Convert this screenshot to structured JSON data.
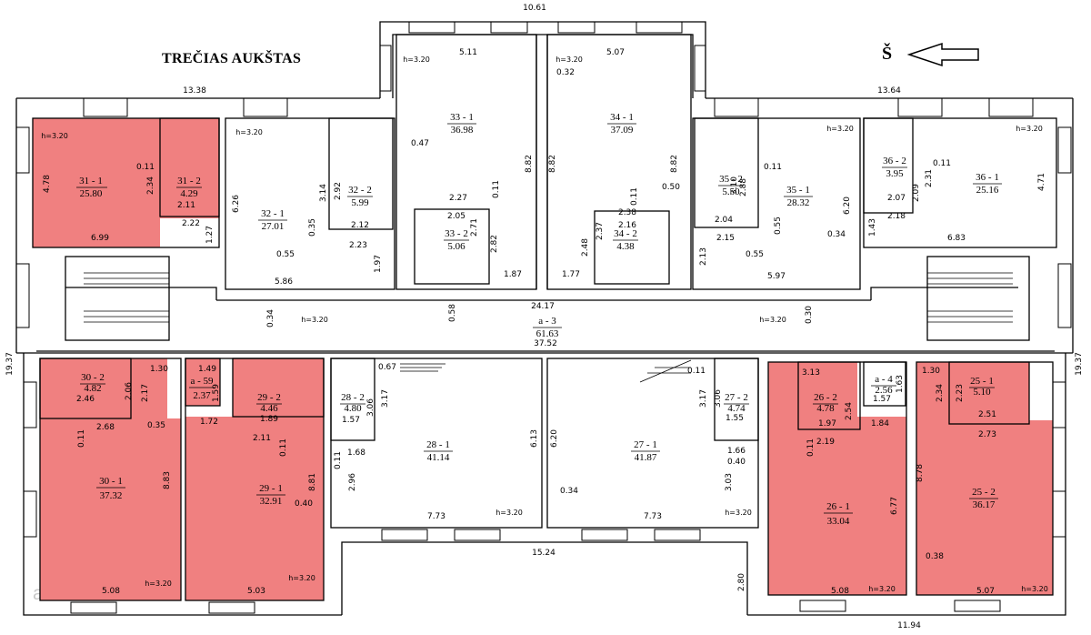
{
  "title": "TREČIAS AUKŠTAS",
  "north_label": "Š",
  "watermark": "aruodas.lt",
  "colors": {
    "highlight": "#f08080",
    "line": "#000000"
  },
  "ceiling_height": "h=3.20",
  "dimensions": {
    "top_width": "10.61",
    "left_wing": "13.38",
    "right_wing": "13.64",
    "corridor_length": "24.17",
    "corridor_width": "37.52",
    "left_height": "19.37",
    "right_height": "19.37",
    "bottom_center": "15.24",
    "bottom_right": "11.94",
    "stair_right": "2.80",
    "d_511": "5.11",
    "d_507": "5.07",
    "d_032": "0.32",
    "d_047": "0.47",
    "d_882a": "8.82",
    "d_882b": "8.82",
    "d_882c": "8.82",
    "d_227": "2.27",
    "d_205": "2.05",
    "d_271": "2.71",
    "d_282": "2.82",
    "d_187": "1.87",
    "d_177": "1.77",
    "d_248": "2.48",
    "d_238": "2.38",
    "d_216": "2.16",
    "d_237": "2.37",
    "d_050": "0.50",
    "d_011a": "0.11",
    "d_011b": "0.11",
    "d_058": "0.58",
    "d_034a": "0.34",
    "d_030": "0.30",
    "d_478": "4.78",
    "d_234": "2.34",
    "d_211": "2.11",
    "d_222": "2.22",
    "d_127": "1.27",
    "d_699": "6.99",
    "d_011c": "0.11",
    "d_626": "6.26",
    "d_314": "3.14",
    "d_292": "2.92",
    "d_212": "2.12",
    "d_035": "0.35",
    "d_223": "2.23",
    "d_055a": "0.55",
    "d_197a": "1.97",
    "d_586": "5.86",
    "d_310": "3.10",
    "d_288": "2.88",
    "d_204": "2.04",
    "d_215": "2.15",
    "d_213": "2.13",
    "d_055b": "0.55",
    "d_055c": "0.55",
    "d_597": "5.97",
    "d_620a": "6.20",
    "d_034b": "0.34",
    "d_011d": "0.11",
    "d_231": "2.31",
    "d_207": "2.07",
    "d_209": "2.09",
    "d_218": "2.18",
    "d_143": "1.43",
    "d_683": "6.83",
    "d_471": "4.71",
    "d_011e": "0.11",
    "d_130a": "1.30",
    "d_206": "2.06",
    "d_217": "2.17",
    "d_246": "2.46",
    "d_268": "2.68",
    "d_035b": "0.35",
    "d_011f": "0.11",
    "d_883": "8.83",
    "d_508a": "5.08",
    "d_149": "1.49",
    "d_159": "1.59",
    "d_172": "1.72",
    "d_189": "1.89",
    "d_211b": "2.11",
    "d_011g": "0.11",
    "d_881": "8.81",
    "d_040a": "0.40",
    "d_503": "5.03",
    "d_067": "0.67",
    "d_317a": "3.17",
    "d_306a": "3.06",
    "d_157a": "1.57",
    "d_168": "1.68",
    "d_011h": "0.11",
    "d_296": "2.96",
    "d_613": "6.13",
    "d_773a": "7.73",
    "d_620b": "6.20",
    "d_034c": "0.34",
    "d_773b": "7.73",
    "d_011i": "0.11",
    "d_317b": "3.17",
    "d_306b": "3.06",
    "d_155": "1.55",
    "d_166": "1.66",
    "d_040b": "0.40",
    "d_303": "3.03",
    "d_313": "3.13",
    "d_254": "2.54",
    "d_197b": "1.97",
    "d_219": "2.19",
    "d_184": "1.84",
    "d_011j": "0.11",
    "d_677": "6.77",
    "d_508b": "5.08",
    "d_163": "1.63",
    "d_157b": "1.57",
    "d_130b": "1.30",
    "d_234b": "2.34",
    "d_223b": "2.23",
    "d_251": "2.51",
    "d_273": "2.73",
    "d_878": "8.78",
    "d_038": "0.38",
    "d_507b": "5.07"
  },
  "rooms": [
    {
      "id": "31 - 1",
      "area": "25.80"
    },
    {
      "id": "31 - 2",
      "area": "4.29"
    },
    {
      "id": "32 - 1",
      "area": "27.01"
    },
    {
      "id": "32 - 2",
      "area": "5.99"
    },
    {
      "id": "33 - 1",
      "area": "36.98"
    },
    {
      "id": "33 - 2",
      "area": "5.06"
    },
    {
      "id": "34 - 1",
      "area": "37.09"
    },
    {
      "id": "34 - 2",
      "area": "4.38"
    },
    {
      "id": "35 - 2",
      "area": "5.50"
    },
    {
      "id": "35 - 1",
      "area": "28.32"
    },
    {
      "id": "36 - 2",
      "area": "3.95"
    },
    {
      "id": "36 - 1",
      "area": "25.16"
    },
    {
      "id": "a - 3",
      "area": "61.63"
    },
    {
      "id": "30 - 2",
      "area": "4.82"
    },
    {
      "id": "a - 59",
      "area": "2.37"
    },
    {
      "id": "29 - 2",
      "area": "4.46"
    },
    {
      "id": "28 - 2",
      "area": "4.80"
    },
    {
      "id": "27 - 2",
      "area": "4.74"
    },
    {
      "id": "26 - 2",
      "area": "4.78"
    },
    {
      "id": "a - 4",
      "area": "2.56"
    },
    {
      "id": "25 - 1",
      "area": "5.10"
    },
    {
      "id": "30 - 1",
      "area": "37.32"
    },
    {
      "id": "29 - 1",
      "area": "32.91"
    },
    {
      "id": "28 - 1",
      "area": "41.14"
    },
    {
      "id": "27 - 1",
      "area": "41.87"
    },
    {
      "id": "26 - 1",
      "area": "33.04"
    },
    {
      "id": "25 - 2",
      "area": "36.17"
    }
  ]
}
